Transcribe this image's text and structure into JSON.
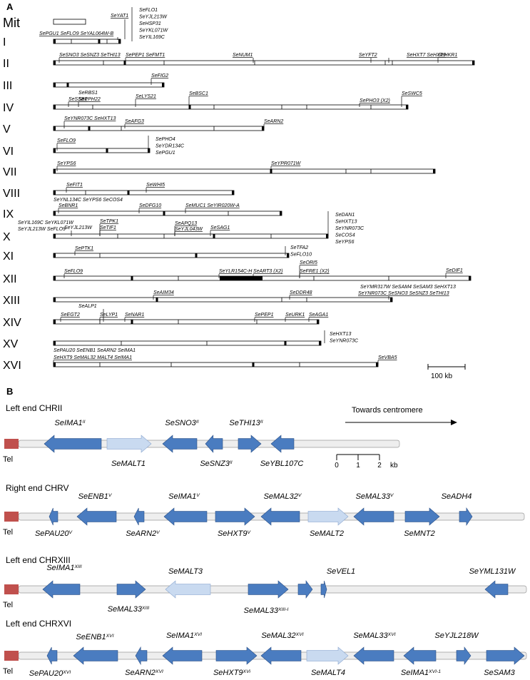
{
  "panel_a": {
    "label": "A",
    "scale_label": "100 kb",
    "chromosomes": [
      {
        "name": "Mit"
      },
      {
        "name": "I"
      },
      {
        "name": "II"
      },
      {
        "name": "III"
      },
      {
        "name": "IV"
      },
      {
        "name": "V"
      },
      {
        "name": "VI"
      },
      {
        "name": "VII"
      },
      {
        "name": "VIII"
      },
      {
        "name": "IX"
      },
      {
        "name": "X"
      },
      {
        "name": "XI"
      },
      {
        "name": "XII"
      },
      {
        "name": "XIII"
      },
      {
        "name": "XIV"
      },
      {
        "name": "XV"
      },
      {
        "name": "XVI"
      }
    ],
    "annotations": [
      "SeYAT1",
      "SeFLO1\nSeYJL213W\nSeHSP31\nSeYKL071W\nSeYIL169C",
      "SePGU1 SeFLO9 SeYAL064W-B",
      "SeSNO3 SeSNZ3 SeTHI13",
      "SePEP1 SeFMT1",
      "SeNUM1",
      "SeYFT2",
      "SeHXT7 SeHXT3",
      "SeHKR1",
      "SeFIG2",
      "SeRBS1",
      "SeSSB1",
      "SePPH22",
      "SeLYS21",
      "SeBSC1",
      "SePHO3 (X2)",
      "SeSWC5",
      "SeYNR073C SeHXT13",
      "SeAFG3",
      "SeARN2",
      "SeFLO9",
      "SePHO4\nSeYDR134C\nSePGU1",
      "SeYPS6",
      "SeYPR071W",
      "SeFIT1",
      "SeWHI5",
      "SeYNL134C SeYPS6 SeCOS4",
      "SeBNR1",
      "SeDFG10",
      "SeMUC1 SeYIR020W-A",
      "SeYIL169C SeYKL071W",
      "SeYJL213W SeFLO9",
      "SeYJL213W",
      "SeTPK1",
      "SeTIF1",
      "SeAPQ13",
      "SeYJL043W",
      "SeSAG1",
      "SeDAN1\nSeHXT13\nSeYNR073C\nSeCOS4\nSeYPS6",
      "SePTK1",
      "SeTFA2\nSeFLO10",
      "SeFLO9",
      "SeYLR154C-H",
      "SeART3 (X2)",
      "SeORI5",
      "SeFRE1 (X2)",
      "SeDIF1",
      "SeYMR317W SeSAM4 SeSAM3 SeHXT13",
      "SeAIM34",
      "SeDDR48",
      "SeYNR073C SeSNO3 SeSNZ3 SeTHI13",
      "SeALP1",
      "SeEGT2",
      "SeLYP1",
      "SeNAR1",
      "SePEP1",
      "SeURK1",
      "SeAGA1",
      "SeHXT13\nSeYNR073C",
      "SePAU20 SeENB1 SeARN2 SeIMA1",
      "SeHXT9 SeMAL32 MALT4 SeIMA1",
      "SeVBA5"
    ]
  },
  "panel_b": {
    "label": "B",
    "scale_ticks": [
      "0",
      "1",
      "2"
    ],
    "scale_unit": "kb",
    "tel_label": "Tel",
    "direction_label": "Towards centromere",
    "tracks": [
      {
        "title": "Left end CHRII",
        "genes": [
          "SeIMA1^II",
          "SeMALT1",
          "SeSNO3^II",
          "SeSNZ3^II",
          "SeTHI13^II",
          "SeYBL107C"
        ]
      },
      {
        "title": "Right end CHRV",
        "genes": [
          "SePAU20^V",
          "SeENB1^V",
          "SeARN2^V",
          "SeIMA1^V",
          "SeHXT9^V",
          "SeMAL32^V",
          "SeMALT2",
          "SeMAL33^V",
          "SeMNT2",
          "SeADH4"
        ]
      },
      {
        "title": "Left end CHRXIII",
        "genes": [
          "SeIMA1^XIII",
          "SeMAL33^XIII",
          "SeMALT3",
          "SeMAL33^XIII-I",
          "SeVEL1",
          "SeYML131W"
        ]
      },
      {
        "title": "Left end CHRXVI",
        "genes": [
          "SePAU20^XVI",
          "SeENB1^XVI",
          "SeARN2^XVI",
          "SeIMA1^XVI",
          "SeHXT9^XVi",
          "SeMAL32^XVI",
          "SeMALT4",
          "SeMAL33^XVI",
          "SeIMA1^XVI-1",
          "SeYJL218W",
          "SeSAM3"
        ]
      }
    ]
  },
  "colors": {
    "gene_dark": "#4a7cc0",
    "gene_light": "#c9daf0",
    "gene_stroke": "#2a4f86",
    "track_fill": "#eeeeee",
    "telomere": "#c0504d"
  }
}
